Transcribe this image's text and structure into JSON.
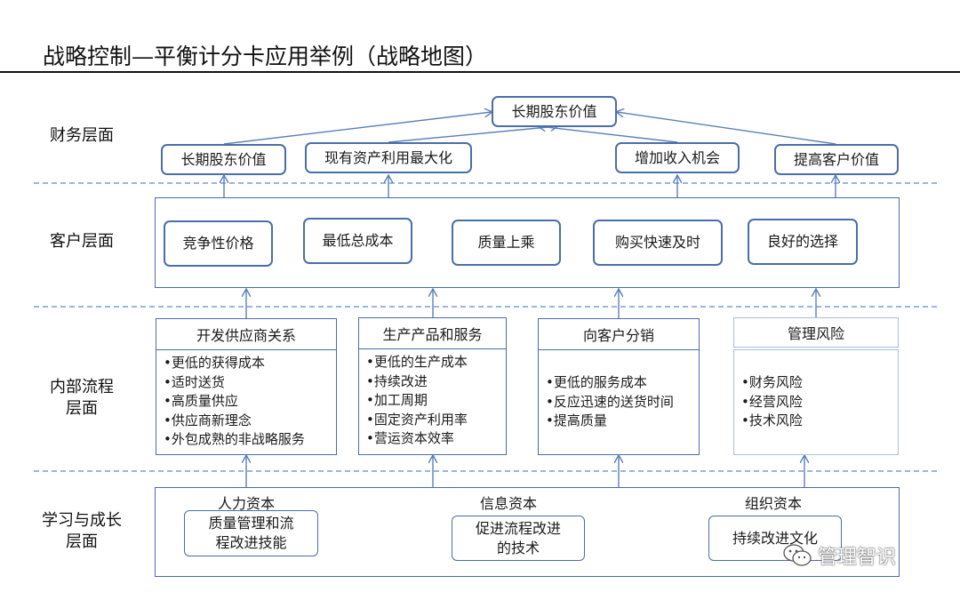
{
  "title": "战略控制—平衡计分卡应用举例（战略地图）",
  "colors": {
    "box_border": "#4a6ea8",
    "light_border": "#a9bedc",
    "arrow": "#5b7fb8",
    "dashed": "#5b8ad0"
  },
  "layers": {
    "financial": "财务层面",
    "customer": "客户层面",
    "internal": [
      "内部流程",
      "层面"
    ],
    "learning": [
      "学习与成长",
      "层面"
    ]
  },
  "financial": {
    "top": "长期股东价值",
    "items": [
      "长期股东价值",
      "现有资产利用最大化",
      "增加收入机会",
      "提高客户价值"
    ]
  },
  "customer": [
    "竞争性价格",
    "最低总成本",
    "质量上乘",
    "购买快速及时",
    "良好的选择"
  ],
  "internal": [
    {
      "head": "开发供应商关系",
      "items": [
        "•更低的获得成本",
        "•适时送货",
        "•高质量供应",
        "•供应商新理念",
        "•外包成熟的非战略服务"
      ]
    },
    {
      "head": "生产产品和服务",
      "items": [
        "•更低的生产成本",
        "•持续改进",
        "•加工周期",
        "•固定资产利用率",
        "•营运资本效率"
      ]
    },
    {
      "head": "向客户分销",
      "items": [
        "•更低的服务成本",
        "•反应迅速的送货时间",
        "•提高质量"
      ]
    },
    {
      "head": "管理风险",
      "items": [
        "•财务风险",
        "•经营风险",
        "•技术风险"
      ]
    }
  ],
  "learning": [
    {
      "caption": "人力资本",
      "box": [
        "质量管理和流",
        "程改进技能"
      ]
    },
    {
      "caption": "信息资本",
      "box": [
        "促进流程改进",
        "的技术"
      ]
    },
    {
      "caption": "组织资本",
      "box": [
        "持续改进文化"
      ]
    }
  ],
  "watermark": {
    "icon": "wechat-icon",
    "text": "管理智识"
  }
}
